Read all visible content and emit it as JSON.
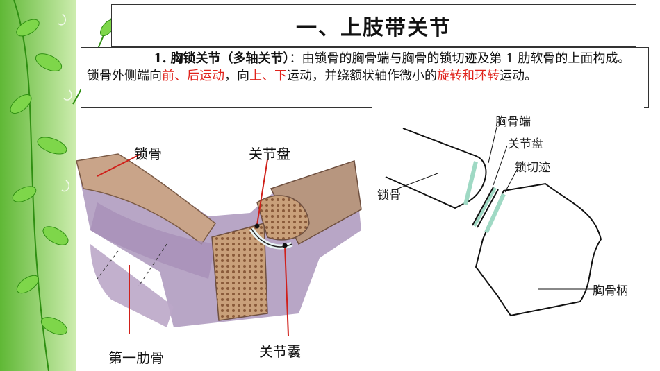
{
  "title": "一、上肢带关节",
  "description": {
    "num": "1.",
    "term": "胸锁关节（多轴关节）",
    "text1": "：由锁骨的胸骨端与胸骨的锁切迹及第 1 肋软骨的上面构成。锁骨外侧端向",
    "dir1": "前、后运动",
    "text2": "，向",
    "dir2": "上、下",
    "text3": "运动，并绕额状轴作微小的",
    "dir3": "旋转和环转",
    "text4": "运动。"
  },
  "left_figure": {
    "labels": {
      "clavicle": "锁骨",
      "articular_disc": "关节盘",
      "first_rib": "第一肋骨",
      "joint_capsule": "关节囊"
    }
  },
  "right_figure": {
    "labels": {
      "sternal_end": "胸骨端",
      "articular_disc": "关节盘",
      "clavicular_notch": "锁切迹",
      "clavicle": "锁骨",
      "manubrium": "胸骨柄"
    }
  },
  "colors": {
    "accent_red": "#e0221b",
    "leaf_green": "#5fbf2a",
    "pointer_red": "#d0201a"
  }
}
